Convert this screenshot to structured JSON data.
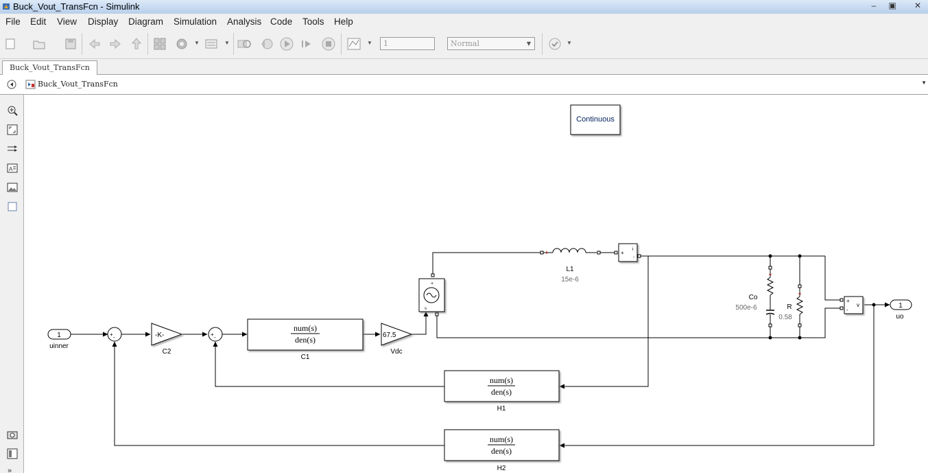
{
  "window": {
    "title": "Buck_Vout_TransFcn - Simulink"
  },
  "menu": [
    "File",
    "Edit",
    "View",
    "Display",
    "Diagram",
    "Simulation",
    "Analysis",
    "Code",
    "Tools",
    "Help"
  ],
  "toolbar": {
    "stop_time": "1",
    "sim_mode": "Normal"
  },
  "tabs": [
    {
      "label": "Buck_Vout_TransFcn"
    }
  ],
  "breadcrumb": {
    "path": "Buck_Vout_TransFcn"
  },
  "diagram": {
    "continuous": "Continuous",
    "uinner": {
      "port": "1",
      "label": "uinner"
    },
    "uo": {
      "port": "1",
      "label": "uo"
    },
    "c2": {
      "text": "-K-",
      "label": "C2"
    },
    "c1": {
      "num": "num(s)",
      "den": "den(s)",
      "label": "C1"
    },
    "vdc": {
      "text": "67.5",
      "label": "Vdc"
    },
    "h1": {
      "num": "num(s)",
      "den": "den(s)",
      "label": "H1"
    },
    "h2": {
      "num": "num(s)",
      "den": "den(s)",
      "label": "H2"
    },
    "l1": {
      "label": "L1",
      "value": "15e-6"
    },
    "co": {
      "label": "Co",
      "value": "500e-6"
    },
    "r": {
      "label": "R",
      "value": "0.58"
    },
    "sum_plus": "+",
    "sum_minus": "-",
    "current_meas": {
      "plus": "+",
      "out": "i",
      "minus": "-"
    },
    "voltage_meas": {
      "plus": "+",
      "out": "v",
      "minus": "-"
    },
    "source_plus": "+",
    "source_s": "s"
  }
}
